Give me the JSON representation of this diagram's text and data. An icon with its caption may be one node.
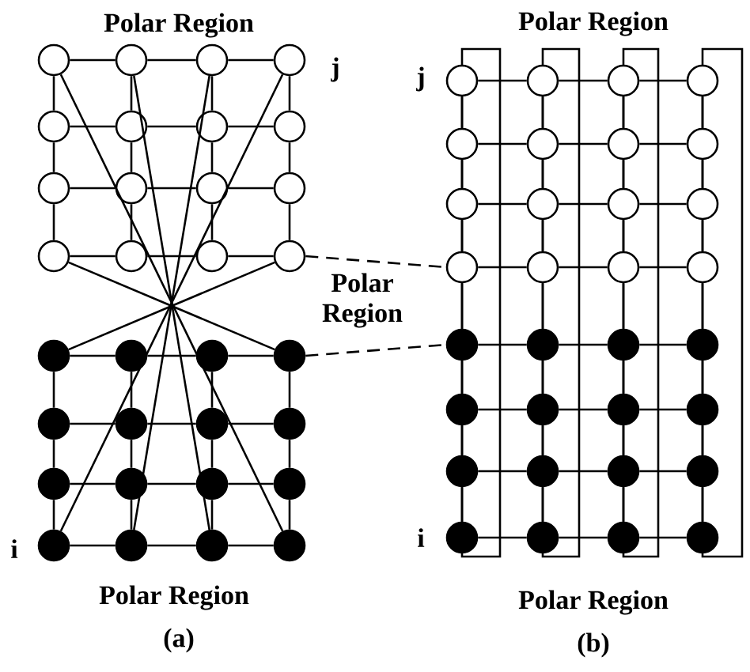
{
  "diagram": {
    "nodes": [
      {
        "text": [],
        "shape": "circle"
      },
      {
        "text": [],
        "shape": "circle"
      },
      {
        "text": [],
        "shape": "circle"
      },
      {
        "text": [],
        "shape": "circle"
      },
      {
        "text": [],
        "shape": "circle"
      },
      {
        "text": [],
        "shape": "circle"
      },
      {
        "text": [],
        "shape": "circle"
      },
      {
        "text": [],
        "shape": "circle"
      },
      {
        "text": [],
        "shape": "circle"
      },
      {
        "text": [],
        "shape": "circle"
      },
      {
        "text": [],
        "shape": "circle"
      },
      {
        "text": [],
        "shape": "circle"
      },
      {
        "text": [],
        "shape": "circle"
      },
      {
        "text": [],
        "shape": "circle"
      },
      {
        "text": [],
        "shape": "circle"
      },
      {
        "text": [],
        "shape": "circle"
      },
      {
        "text": [],
        "shape": "circle"
      },
      {
        "text": [],
        "shape": "circle"
      },
      {
        "text": [],
        "shape": "circle"
      },
      {
        "text": [],
        "shape": "circle"
      },
      {
        "text": [],
        "shape": "circle"
      },
      {
        "text": [],
        "shape": "circle"
      },
      {
        "text": [],
        "shape": "circle"
      },
      {
        "text": [],
        "shape": "circle"
      },
      {
        "text": [],
        "shape": "circle"
      },
      {
        "text": [],
        "shape": "circle"
      },
      {
        "text": [],
        "shape": "circle"
      },
      {
        "text": [],
        "shape": "circle"
      },
      {
        "text": [],
        "shape": "circle"
      },
      {
        "text": [],
        "shape": "circle"
      },
      {
        "text": [],
        "shape": "circle"
      },
      {
        "text": [],
        "shape": "circle"
      },
      {
        "text": [],
        "shape": "circle"
      },
      {
        "text": [],
        "shape": "circle"
      },
      {
        "text": [],
        "shape": "circle"
      },
      {
        "text": [],
        "shape": "circle"
      },
      {
        "text": [],
        "shape": "circle"
      },
      {
        "text": [],
        "shape": "circle"
      },
      {
        "text": [],
        "shape": "circle"
      },
      {
        "text": [],
        "shape": "circle"
      },
      {
        "text": [],
        "shape": "circle"
      },
      {
        "text": [],
        "shape": "circle"
      },
      {
        "text": [],
        "shape": "circle"
      },
      {
        "text": [],
        "shape": "circle"
      },
      {
        "text": [],
        "shape": "circle"
      },
      {
        "text": [],
        "shape": "circle"
      },
      {
        "text": [],
        "shape": "circle"
      },
      {
        "text": [],
        "shape": "circle"
      },
      {
        "text": [],
        "shape": "circle"
      },
      {
        "text": [],
        "shape": "circle"
      },
      {
        "text": [],
        "shape": "circle"
      },
      {
        "text": [],
        "shape": "circle"
      },
      {
        "text": [],
        "shape": "circle"
      },
      {
        "text": [],
        "shape": "circle"
      },
      {
        "text": [],
        "shape": "circle"
      },
      {
        "text": [],
        "shape": "circle"
      },
      {
        "text": [],
        "shape": "circle"
      },
      {
        "text": [],
        "shape": "circle"
      },
      {
        "text": [],
        "shape": "circle"
      },
      {
        "text": [],
        "shape": "circle"
      },
      {
        "text": [],
        "shape": "circle"
      },
      {
        "text": [],
        "shape": "circle"
      },
      {
        "text": [],
        "shape": "circle"
      },
      {
        "text": [],
        "shape": "circle"
      }
    ],
    "edges": [
      {
        "from": 0,
        "to": 1,
        "arrow": "none"
      },
      {
        "from": 1,
        "to": 2,
        "arrow": "none"
      },
      {
        "from": 2,
        "to": 3,
        "arrow": "none"
      },
      {
        "from": 4,
        "to": 5,
        "arrow": "none"
      },
      {
        "from": 5,
        "to": 6,
        "arrow": "none"
      },
      {
        "from": 6,
        "to": 7,
        "arrow": "none"
      },
      {
        "from": 8,
        "to": 9,
        "arrow": "none"
      },
      {
        "from": 9,
        "to": 10,
        "arrow": "none"
      },
      {
        "from": 10,
        "to": 11,
        "arrow": "none"
      },
      {
        "from": 12,
        "to": 13,
        "arrow": "none"
      },
      {
        "from": 13,
        "to": 14,
        "arrow": "none"
      },
      {
        "from": 14,
        "to": 15,
        "arrow": "none"
      },
      {
        "from": 0,
        "to": 4,
        "arrow": "none"
      },
      {
        "from": 4,
        "to": 8,
        "arrow": "none"
      },
      {
        "from": 8,
        "to": 12,
        "arrow": "none"
      },
      {
        "from": 1,
        "to": 5,
        "arrow": "none"
      },
      {
        "from": 5,
        "to": 9,
        "arrow": "none"
      },
      {
        "from": 9,
        "to": 13,
        "arrow": "none"
      },
      {
        "from": 2,
        "to": 6,
        "arrow": "none"
      },
      {
        "from": 6,
        "to": 10,
        "arrow": "none"
      },
      {
        "from": 10,
        "to": 14,
        "arrow": "none"
      },
      {
        "from": 3,
        "to": 7,
        "arrow": "none"
      },
      {
        "from": 7,
        "to": 11,
        "arrow": "none"
      },
      {
        "from": 11,
        "to": 15,
        "arrow": "none"
      },
      {
        "from": 16,
        "to": 17,
        "arrow": "none"
      },
      {
        "from": 17,
        "to": 18,
        "arrow": "none"
      },
      {
        "from": 18,
        "to": 19,
        "arrow": "none"
      },
      {
        "from": 20,
        "to": 21,
        "arrow": "none"
      },
      {
        "from": 21,
        "to": 22,
        "arrow": "none"
      },
      {
        "from": 22,
        "to": 23,
        "arrow": "none"
      },
      {
        "from": 24,
        "to": 25,
        "arrow": "none"
      },
      {
        "from": 25,
        "to": 26,
        "arrow": "none"
      },
      {
        "from": 26,
        "to": 27,
        "arrow": "none"
      },
      {
        "from": 28,
        "to": 29,
        "arrow": "none"
      },
      {
        "from": 29,
        "to": 30,
        "arrow": "none"
      },
      {
        "from": 30,
        "to": 31,
        "arrow": "none"
      },
      {
        "from": 16,
        "to": 20,
        "arrow": "none"
      },
      {
        "from": 20,
        "to": 24,
        "arrow": "none"
      },
      {
        "from": 24,
        "to": 28,
        "arrow": "none"
      },
      {
        "from": 17,
        "to": 21,
        "arrow": "none"
      },
      {
        "from": 21,
        "to": 25,
        "arrow": "none"
      },
      {
        "from": 25,
        "to": 29,
        "arrow": "none"
      },
      {
        "from": 18,
        "to": 22,
        "arrow": "none"
      },
      {
        "from": 22,
        "to": 26,
        "arrow": "none"
      },
      {
        "from": 26,
        "to": 30,
        "arrow": "none"
      },
      {
        "from": 19,
        "to": 23,
        "arrow": "none"
      },
      {
        "from": 23,
        "to": 27,
        "arrow": "none"
      },
      {
        "from": 27,
        "to": 31,
        "arrow": "none"
      },
      {
        "from": 0,
        "to": 31,
        "arrow": "none"
      },
      {
        "from": 1,
        "to": 30,
        "arrow": "none"
      },
      {
        "from": 2,
        "to": 29,
        "arrow": "none"
      },
      {
        "from": 3,
        "to": 28,
        "arrow": "none"
      },
      {
        "from": 12,
        "to": 19,
        "arrow": "none"
      },
      {
        "from": 15,
        "to": 16,
        "arrow": "none"
      },
      {
        "from": 32,
        "to": 33,
        "arrow": "none"
      },
      {
        "from": 33,
        "to": 34,
        "arrow": "none"
      },
      {
        "from": 34,
        "to": 35,
        "arrow": "none"
      },
      {
        "from": 36,
        "to": 37,
        "arrow": "none"
      },
      {
        "from": 37,
        "to": 38,
        "arrow": "none"
      },
      {
        "from": 38,
        "to": 39,
        "arrow": "none"
      },
      {
        "from": 40,
        "to": 41,
        "arrow": "none"
      },
      {
        "from": 41,
        "to": 42,
        "arrow": "none"
      },
      {
        "from": 42,
        "to": 43,
        "arrow": "none"
      },
      {
        "from": 44,
        "to": 45,
        "arrow": "none"
      },
      {
        "from": 45,
        "to": 46,
        "arrow": "none"
      },
      {
        "from": 46,
        "to": 47,
        "arrow": "none"
      },
      {
        "from": 48,
        "to": 49,
        "arrow": "none"
      },
      {
        "from": 49,
        "to": 50,
        "arrow": "none"
      },
      {
        "from": 50,
        "to": 51,
        "arrow": "none"
      },
      {
        "from": 52,
        "to": 53,
        "arrow": "none"
      },
      {
        "from": 53,
        "to": 54,
        "arrow": "none"
      },
      {
        "from": 54,
        "to": 55,
        "arrow": "none"
      },
      {
        "from": 56,
        "to": 57,
        "arrow": "none"
      },
      {
        "from": 57,
        "to": 58,
        "arrow": "none"
      },
      {
        "from": 58,
        "to": 59,
        "arrow": "none"
      },
      {
        "from": 60,
        "to": 61,
        "arrow": "none"
      },
      {
        "from": 61,
        "to": 62,
        "arrow": "none"
      },
      {
        "from": 62,
        "to": 63,
        "arrow": "none"
      },
      {
        "from": 32,
        "to": 36,
        "arrow": "none"
      },
      {
        "from": 36,
        "to": 40,
        "arrow": "none"
      },
      {
        "from": 40,
        "to": 44,
        "arrow": "none"
      },
      {
        "from": 44,
        "to": 48,
        "arrow": "none"
      },
      {
        "from": 48,
        "to": 52,
        "arrow": "none"
      },
      {
        "from": 52,
        "to": 56,
        "arrow": "none"
      },
      {
        "from": 56,
        "to": 60,
        "arrow": "none"
      },
      {
        "from": 33,
        "to": 37,
        "arrow": "none"
      },
      {
        "from": 37,
        "to": 41,
        "arrow": "none"
      },
      {
        "from": 41,
        "to": 45,
        "arrow": "none"
      },
      {
        "from": 45,
        "to": 49,
        "arrow": "none"
      },
      {
        "from": 49,
        "to": 53,
        "arrow": "none"
      },
      {
        "from": 53,
        "to": 57,
        "arrow": "none"
      },
      {
        "from": 57,
        "to": 61,
        "arrow": "none"
      },
      {
        "from": 34,
        "to": 38,
        "arrow": "none"
      },
      {
        "from": 38,
        "to": 42,
        "arrow": "none"
      },
      {
        "from": 42,
        "to": 46,
        "arrow": "none"
      },
      {
        "from": 46,
        "to": 50,
        "arrow": "none"
      },
      {
        "from": 50,
        "to": 54,
        "arrow": "none"
      },
      {
        "from": 54,
        "to": 58,
        "arrow": "none"
      },
      {
        "from": 58,
        "to": 62,
        "arrow": "none"
      },
      {
        "from": 35,
        "to": 39,
        "arrow": "none"
      },
      {
        "from": 39,
        "to": 43,
        "arrow": "none"
      },
      {
        "from": 43,
        "to": 47,
        "arrow": "none"
      },
      {
        "from": 47,
        "to": 51,
        "arrow": "none"
      },
      {
        "from": 51,
        "to": 55,
        "arrow": "none"
      },
      {
        "from": 55,
        "to": 59,
        "arrow": "none"
      },
      {
        "from": 59,
        "to": 63,
        "arrow": "none"
      },
      {
        "from": 15,
        "to": 44,
        "arrow": "none",
        "style": "dashed"
      },
      {
        "from": 19,
        "to": 48,
        "arrow": "none",
        "style": "dashed"
      }
    ],
    "labels": [
      "Polar Region",
      "j",
      "Polar Region",
      "j",
      "Polar Region",
      "i",
      "i",
      "Polar Region",
      "Polar Region",
      "(a)",
      "(b)"
    ]
  }
}
